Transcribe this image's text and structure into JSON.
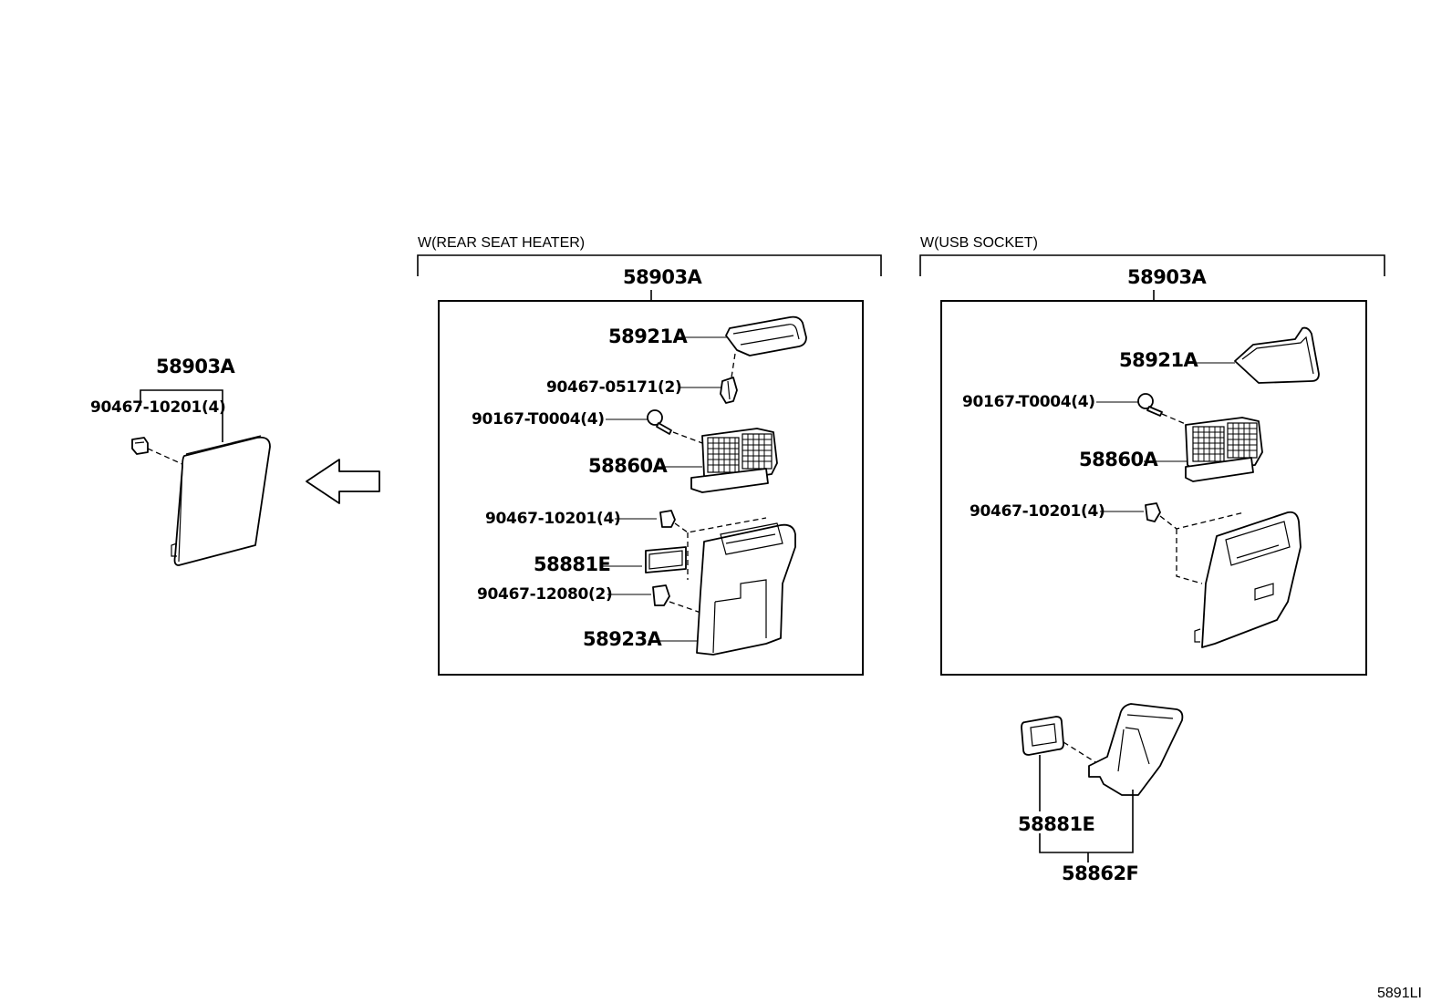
{
  "left_assembly": {
    "part_number": "58903A",
    "clip_label": "90467-10201(4)"
  },
  "group_rear_seat_heater": {
    "header": "W(REAR SEAT HEATER)",
    "assembly": "58903A",
    "labels": {
      "bezel": "58921A",
      "clip_small": "90467-05171(2)",
      "screw": "90167-T0004(4)",
      "vent": "58860A",
      "clip": "90467-10201(4)",
      "plate": "58881E",
      "clip_lower": "90467-12080(2)",
      "panel": "58923A"
    }
  },
  "group_usb_socket": {
    "header": "W(USB SOCKET)",
    "assembly": "58903A",
    "labels": {
      "bezel": "58921A",
      "screw": "90167-T0004(4)",
      "vent": "58860A",
      "clip": "90467-10201(4)"
    }
  },
  "usb_parts": {
    "frame": "58881E",
    "socket": "58862F"
  },
  "diagram_code": "5891LI"
}
